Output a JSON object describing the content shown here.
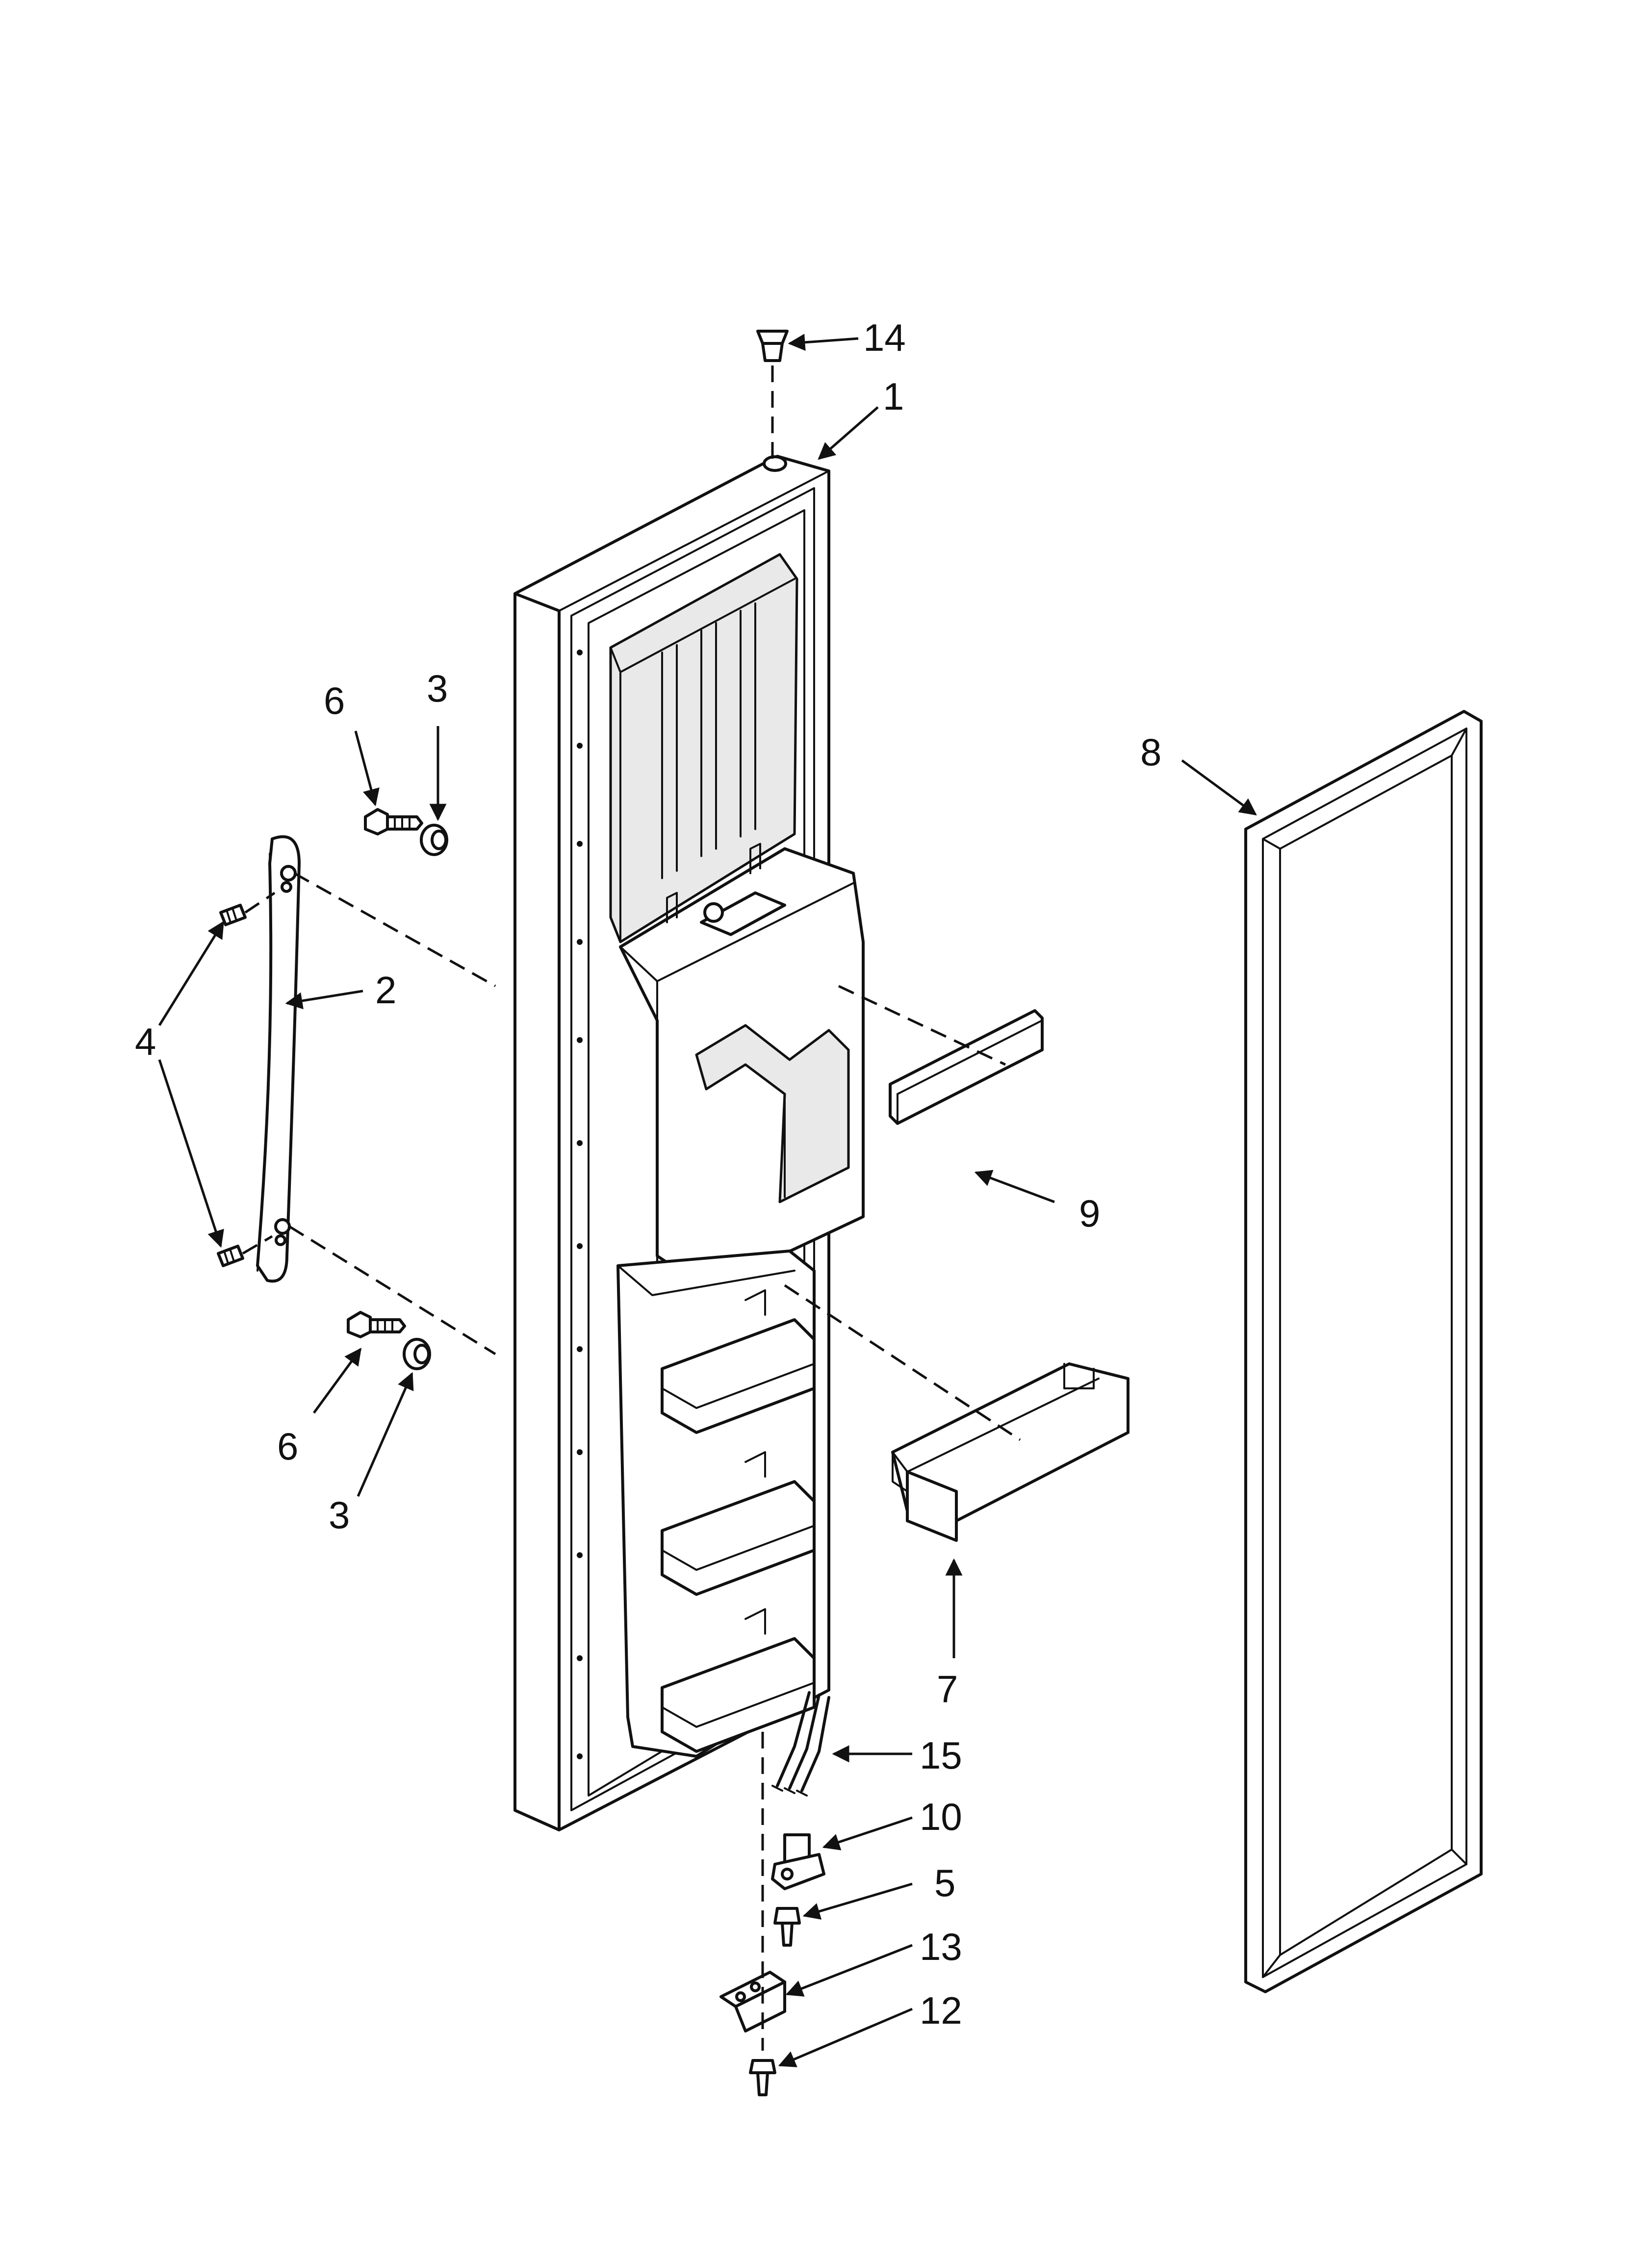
{
  "diagram": {
    "callouts": [
      {
        "id": "c14",
        "label": "14"
      },
      {
        "id": "c1",
        "label": "1"
      },
      {
        "id": "c6a",
        "label": "6"
      },
      {
        "id": "c3a",
        "label": "3"
      },
      {
        "id": "c8",
        "label": "8"
      },
      {
        "id": "c2",
        "label": "2"
      },
      {
        "id": "c4",
        "label": "4"
      },
      {
        "id": "c9",
        "label": "9"
      },
      {
        "id": "c6b",
        "label": "6"
      },
      {
        "id": "c3b",
        "label": "3"
      },
      {
        "id": "c7",
        "label": "7"
      },
      {
        "id": "c15",
        "label": "15"
      },
      {
        "id": "c10",
        "label": "10"
      },
      {
        "id": "c5",
        "label": "5"
      },
      {
        "id": "c13",
        "label": "13"
      },
      {
        "id": "c12",
        "label": "12"
      }
    ]
  }
}
